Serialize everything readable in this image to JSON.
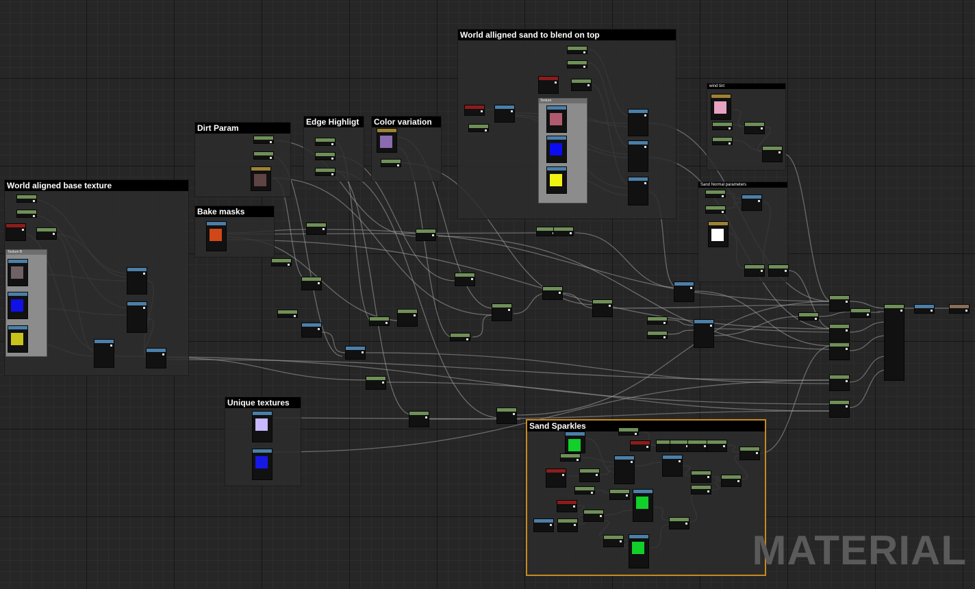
{
  "watermark": "MATERIAL",
  "colors": {
    "grid_bg": "#262626",
    "comment_title_bg": "#000000",
    "sand_sparkles_border": "#c98a1e",
    "wire": "#9a9a9a"
  },
  "comments": {
    "world_aligned_base_texture": "World aligned base texture",
    "dirt_param": "Dirt Param",
    "bake_masks": "Bake masks",
    "edge_highlight": "Edge Highligt",
    "color_variation": "Color variation",
    "world_aligned_sand": "World alligned sand to blend on top",
    "wind_tint": "wind tint",
    "sand_normal_parameters": "Sand Normal parameters",
    "unique_textures": "Unique textures",
    "sand_sparkles": "Sand Sparkles"
  },
  "sub_boxes": {
    "base_textures": "Texture B",
    "sand_textures": "Texture"
  },
  "swatches": {
    "dirt_color": "#5f4444",
    "color_variation": "#8a6bb0",
    "base_tex_1": "#6e6264",
    "base_tex_2": "#1010e8",
    "base_tex_3": "#c8c21a",
    "bake_mask": "#d04818",
    "sand_tex_1": "#b05a70",
    "sand_tex_2": "#0c0cf0",
    "sand_tex_3": "#f2f212",
    "wind_tint": "#e6a4c2",
    "sand_normal": "#ffffff",
    "unique_1": "#c8b8ff",
    "unique_2": "#1818e6",
    "sparkle_1": "#12d02a",
    "sparkle_2": "#12d02a",
    "sparkle_3": "#12d02a"
  }
}
